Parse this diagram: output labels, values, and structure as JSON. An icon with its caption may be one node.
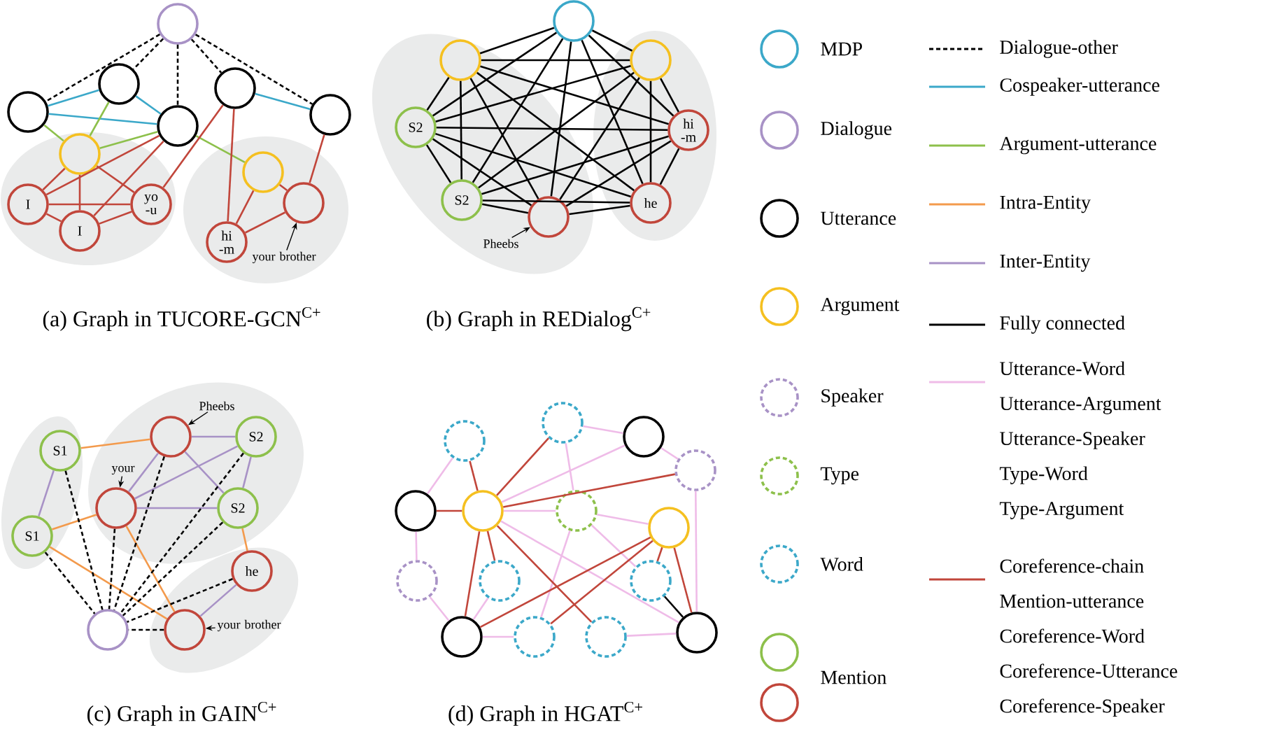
{
  "diagram": {
    "nodes": [
      {
        "text": [],
        "shape": "circle"
      },
      {
        "text": [],
        "shape": "circle"
      },
      {
        "text": [],
        "shape": "circle"
      },
      {
        "text": [],
        "shape": "circle"
      },
      {
        "text": [],
        "shape": "circle"
      },
      {
        "text": [],
        "shape": "circle"
      },
      {
        "text": [],
        "shape": "ellipse"
      },
      {
        "text": [],
        "shape": "circle",
        "in": 6
      },
      {
        "text": [
          "I"
        ],
        "in": 6
      },
      {
        "text": [
          "yo -u"
        ],
        "in": 6
      },
      {
        "text": [
          "I"
        ],
        "in": 6
      },
      {
        "text": [],
        "shape": "ellipse"
      },
      {
        "text": [],
        "shape": "circle",
        "in": 11
      },
      {
        "text": [
          "hi -m"
        ],
        "in": 11
      },
      {
        "text": [],
        "shape": "circle",
        "in": 11
      },
      {
        "text": [
          "your brother"
        ],
        "in": 11
      },
      {
        "text": [],
        "shape": "circle"
      },
      {
        "text": [],
        "shape": "ellipse"
      },
      {
        "text": [],
        "shape": "circle",
        "in": 17
      },
      {
        "text": [
          "S2"
        ],
        "in": 17
      },
      {
        "text": [
          "S2"
        ],
        "in": 17
      },
      {
        "text": [],
        "shape": "circle",
        "in": 17
      },
      {
        "text": [
          "Pheebs"
        ],
        "in": 17
      },
      {
        "text": [],
        "shape": "ellipse"
      },
      {
        "text": [],
        "shape": "circle",
        "in": 23
      },
      {
        "text": [
          "hi -m"
        ],
        "in": 23
      },
      {
        "text": [
          "he"
        ],
        "in": 23
      },
      {
        "text": [],
        "shape": "ellipse"
      },
      {
        "text": [],
        "shape": "circle",
        "in": 27
      },
      {
        "text": [
          "Pheebs"
        ],
        "in": 27
      },
      {
        "text": [
          "S2"
        ],
        "in": 27
      },
      {
        "text": [
          "your"
        ],
        "in": 27
      },
      {
        "text": [],
        "shape": "circle",
        "in": 27
      },
      {
        "text": [
          "S2"
        ],
        "in": 27
      },
      {
        "text": [],
        "shape": "ellipse"
      },
      {
        "text": [
          "S1"
        ],
        "in": 34
      },
      {
        "text": [
          "S1"
        ],
        "in": 34
      },
      {
        "text": [],
        "shape": "ellipse"
      },
      {
        "text": [
          "he"
        ],
        "in": 37
      },
      {
        "text": [
          "your brother"
        ],
        "in": 37
      },
      {
        "text": [],
        "shape": "circle",
        "in": 37
      },
      {
        "text": [],
        "shape": "circle"
      },
      {
        "text": [],
        "shape": "circle"
      },
      {
        "text": [],
        "shape": "circle"
      },
      {
        "text": [],
        "shape": "circle"
      },
      {
        "text": [],
        "shape": "circle"
      },
      {
        "text": [],
        "shape": "circle"
      },
      {
        "text": [],
        "shape": "circle"
      },
      {
        "text": [],
        "shape": "circle"
      },
      {
        "text": [],
        "shape": "circle"
      },
      {
        "text": [],
        "shape": "circle"
      },
      {
        "text": [],
        "shape": "circle"
      },
      {
        "text": [],
        "shape": "circle"
      },
      {
        "text": [],
        "shape": "circle"
      },
      {
        "text": [],
        "shape": "circle"
      },
      {
        "text": [],
        "shape": "circle"
      },
      {
        "text": [],
        "shape": "circle"
      }
    ],
    "edges": [
      {
        "from": 0,
        "to": 1,
        "arrow": "none",
        "style": "dashed"
      },
      {
        "from": 0,
        "to": 2,
        "arrow": "none",
        "style": "dashed"
      },
      {
        "from": 0,
        "to": 3,
        "arrow": "none",
        "style": "dashed"
      },
      {
        "from": 0,
        "to": 4,
        "arrow": "none",
        "style": "dashed"
      },
      {
        "from": 0,
        "to": 5,
        "arrow": "none",
        "style": "dashed"
      },
      {
        "from": 1,
        "to": 2,
        "arrow": "none",
        "color": "#3ba8c9"
      },
      {
        "from": 1,
        "to": 3,
        "arrow": "none",
        "color": "#3ba8c9"
      },
      {
        "from": 2,
        "to": 3,
        "arrow": "none",
        "color": "#3ba8c9"
      },
      {
        "from": 4,
        "to": 5,
        "arrow": "none",
        "color": "#3ba8c9"
      },
      {
        "from": 1,
        "to": 7,
        "arrow": "none",
        "color": "#8dc04b"
      },
      {
        "from": 2,
        "to": 7,
        "arrow": "none",
        "color": "#8dc04b"
      },
      {
        "from": 3,
        "to": 7,
        "arrow": "none",
        "color": "#8dc04b"
      },
      {
        "from": 3,
        "to": 12,
        "arrow": "none",
        "color": "#8dc04b"
      },
      {
        "from": 7,
        "to": 8,
        "arrow": "none",
        "color": "#c1463b"
      },
      {
        "from": 7,
        "to": 9,
        "arrow": "none",
        "color": "#c1463b"
      },
      {
        "from": 7,
        "to": 10,
        "arrow": "none",
        "color": "#c1463b"
      },
      {
        "from": 8,
        "to": 10,
        "arrow": "none",
        "color": "#c1463b"
      },
      {
        "from": 8,
        "to": 9,
        "arrow": "none",
        "color": "#c1463b"
      },
      {
        "from": 8,
        "to": 3,
        "arrow": "none",
        "color": "#c1463b"
      },
      {
        "from": 10,
        "to": 9,
        "arrow": "none",
        "color": "#c1463b"
      },
      {
        "from": 10,
        "to": 3,
        "arrow": "none",
        "color": "#c1463b"
      },
      {
        "from": 9,
        "to": 4,
        "arrow": "none",
        "color": "#c1463b"
      },
      {
        "from": 4,
        "to": 13,
        "arrow": "none",
        "color": "#c1463b"
      },
      {
        "from": 12,
        "to": 13,
        "arrow": "none",
        "color": "#c1463b"
      },
      {
        "from": 13,
        "to": 14,
        "arrow": "none",
        "color": "#c1463b"
      },
      {
        "from": 12,
        "to": 14,
        "arrow": "none",
        "color": "#c1463b"
      },
      {
        "from": 5,
        "to": 14,
        "arrow": "none",
        "color": "#c1463b"
      },
      {
        "from": 15,
        "to": 14,
        "arrow": "to"
      },
      {
        "from": 16,
        "to": 18,
        "arrow": "none"
      },
      {
        "from": 16,
        "to": 19,
        "arrow": "none"
      },
      {
        "from": 16,
        "to": 20,
        "arrow": "none"
      },
      {
        "from": 16,
        "to": 21,
        "arrow": "none"
      },
      {
        "from": 16,
        "to": 24,
        "arrow": "none"
      },
      {
        "from": 16,
        "to": 25,
        "arrow": "none"
      },
      {
        "from": 16,
        "to": 26,
        "arrow": "none"
      },
      {
        "from": 18,
        "to": 19,
        "arrow": "none"
      },
      {
        "from": 18,
        "to": 20,
        "arrow": "none"
      },
      {
        "from": 18,
        "to": 21,
        "arrow": "none"
      },
      {
        "from": 18,
        "to": 24,
        "arrow": "none"
      },
      {
        "from": 18,
        "to": 25,
        "arrow": "none"
      },
      {
        "from": 18,
        "to": 26,
        "arrow": "none"
      },
      {
        "from": 19,
        "to": 20,
        "arrow": "none"
      },
      {
        "from": 19,
        "to": 21,
        "arrow": "none"
      },
      {
        "from": 19,
        "to": 24,
        "arrow": "none"
      },
      {
        "from": 19,
        "to": 25,
        "arrow": "none"
      },
      {
        "from": 19,
        "to": 26,
        "arrow": "none"
      },
      {
        "from": 20,
        "to": 21,
        "arrow": "none"
      },
      {
        "from": 20,
        "to": 24,
        "arrow": "none"
      },
      {
        "from": 20,
        "to": 25,
        "arrow": "none"
      },
      {
        "from": 20,
        "to": 26,
        "arrow": "none"
      },
      {
        "from": 21,
        "to": 24,
        "arrow": "none"
      },
      {
        "from": 21,
        "to": 25,
        "arrow": "none"
      },
      {
        "from": 21,
        "to": 26,
        "arrow": "none"
      },
      {
        "from": 24,
        "to": 25,
        "arrow": "none"
      },
      {
        "from": 24,
        "to": 26,
        "arrow": "none"
      },
      {
        "from": 25,
        "to": 26,
        "arrow": "none"
      },
      {
        "from": 22,
        "to": 21,
        "arrow": "to"
      },
      {
        "from": 35,
        "to": 28,
        "arrow": "none",
        "color": "#f39a4c"
      },
      {
        "from": 36,
        "to": 32,
        "arrow": "none",
        "color": "#f39a4c"
      },
      {
        "from": 36,
        "to": 40,
        "arrow": "none",
        "color": "#f39a4c"
      },
      {
        "from": 32,
        "to": 40,
        "arrow": "none",
        "color": "#f39a4c"
      },
      {
        "from": 33,
        "to": 38,
        "arrow": "none",
        "color": "#f39a4c"
      },
      {
        "from": 35,
        "to": 36,
        "arrow": "none",
        "color": "#a892c6"
      },
      {
        "from": 28,
        "to": 30,
        "arrow": "none",
        "color": "#a892c6"
      },
      {
        "from": 28,
        "to": 33,
        "arrow": "none",
        "color": "#a892c6"
      },
      {
        "from": 30,
        "to": 32,
        "arrow": "none",
        "color": "#a892c6"
      },
      {
        "from": 28,
        "to": 32,
        "arrow": "none",
        "color": "#a892c6"
      },
      {
        "from": 32,
        "to": 33,
        "arrow": "none",
        "color": "#a892c6"
      },
      {
        "from": 30,
        "to": 33,
        "arrow": "none",
        "color": "#a892c6"
      },
      {
        "from": 38,
        "to": 40,
        "arrow": "none",
        "color": "#a892c6"
      },
      {
        "from": 35,
        "to": 41,
        "arrow": "none",
        "style": "dashed"
      },
      {
        "from": 36,
        "to": 41,
        "arrow": "none",
        "style": "dashed"
      },
      {
        "from": 28,
        "to": 41,
        "arrow": "none",
        "style": "dashed"
      },
      {
        "from": 30,
        "to": 41,
        "arrow": "none",
        "style": "dashed"
      },
      {
        "from": 32,
        "to": 41,
        "arrow": "none",
        "style": "dashed"
      },
      {
        "from": 33,
        "to": 41,
        "arrow": "none",
        "style": "dashed"
      },
      {
        "from": 38,
        "to": 41,
        "arrow": "none",
        "style": "dashed"
      },
      {
        "from": 40,
        "to": 41,
        "arrow": "none",
        "style": "dashed"
      },
      {
        "from": 29,
        "to": 28,
        "arrow": "to"
      },
      {
        "from": 31,
        "to": 32,
        "arrow": "to"
      },
      {
        "from": 39,
        "to": 40,
        "arrow": "to"
      },
      {
        "from": 42,
        "to": 46,
        "arrow": "none",
        "color": "#efbce8"
      },
      {
        "from": 43,
        "to": 44,
        "arrow": "none",
        "color": "#efbce8"
      },
      {
        "from": 43,
        "to": 48,
        "arrow": "none",
        "color": "#efbce8"
      },
      {
        "from": 44,
        "to": 47,
        "arrow": "none",
        "color": "#efbce8"
      },
      {
        "from": 44,
        "to": 45,
        "arrow": "none",
        "color": "#efbce8"
      },
      {
        "from": 45,
        "to": 56,
        "arrow": "none",
        "color": "#efbce8"
      },
      {
        "from": 46,
        "to": 50,
        "arrow": "none",
        "color": "#efbce8"
      },
      {
        "from": 50,
        "to": 53,
        "arrow": "none",
        "color": "#efbce8"
      },
      {
        "from": 47,
        "to": 48,
        "arrow": "none",
        "color": "#efbce8"
      },
      {
        "from": 48,
        "to": 49,
        "arrow": "none",
        "color": "#efbce8"
      },
      {
        "from": 48,
        "to": 52,
        "arrow": "none",
        "color": "#efbce8"
      },
      {
        "from": 48,
        "to": 54,
        "arrow": "none",
        "color": "#efbce8"
      },
      {
        "from": 47,
        "to": 56,
        "arrow": "none",
        "color": "#efbce8"
      },
      {
        "from": 53,
        "to": 54,
        "arrow": "none",
        "color": "#efbce8"
      },
      {
        "from": 55,
        "to": 56,
        "arrow": "none",
        "color": "#efbce8"
      },
      {
        "from": 51,
        "to": 53,
        "arrow": "none",
        "color": "#efbce8"
      },
      {
        "from": 42,
        "to": 47,
        "arrow": "none",
        "color": "#c1463b"
      },
      {
        "from": 43,
        "to": 47,
        "arrow": "none",
        "color": "#c1463b"
      },
      {
        "from": 45,
        "to": 47,
        "arrow": "none",
        "color": "#c1463b"
      },
      {
        "from": 46,
        "to": 47,
        "arrow": "none",
        "color": "#c1463b"
      },
      {
        "from": 47,
        "to": 51,
        "arrow": "none",
        "color": "#c1463b"
      },
      {
        "from": 47,
        "to": 53,
        "arrow": "none",
        "color": "#c1463b"
      },
      {
        "from": 47,
        "to": 55,
        "arrow": "none",
        "color": "#c1463b"
      },
      {
        "from": 49,
        "to": 53,
        "arrow": "none",
        "color": "#c1463b"
      },
      {
        "from": 49,
        "to": 54,
        "arrow": "none",
        "color": "#c1463b"
      },
      {
        "from": 49,
        "to": 52,
        "arrow": "none",
        "color": "#c1463b"
      },
      {
        "from": 49,
        "to": 56,
        "arrow": "none",
        "color": "#c1463b"
      },
      {
        "from": 52,
        "to": 56,
        "arrow": "none"
      }
    ],
    "labels": [
      "(a) Graph in TUCORE-GCN$^{C+}$",
      "(b) Graph in REDialog$^{C+}$",
      "(c) Graph in GAIN$^{C+}$",
      "(d) Graph in HGAT$^{C+}$"
    ],
    "legend": [
      {
        "text": "MDP"
      },
      {
        "text": "Dialogue"
      },
      {
        "text": "Utterance"
      },
      {
        "text": "Argument"
      },
      {
        "text": "Speaker"
      },
      {
        "text": "Type"
      },
      {
        "text": "Word"
      },
      {
        "text": "Mention"
      },
      {
        "text": "Dialogue-other"
      },
      {
        "text": "Cospeaker-utterance"
      },
      {
        "text": "Argument-utterance"
      },
      {
        "text": "Intra-Entity"
      },
      {
        "text": "Inter-Entity"
      },
      {
        "text": "Fully connected"
      },
      {
        "text": "Utterance-Word Utterance-Argument Utterance-Speaker Type-Word Type-Argument"
      },
      {
        "text": "Coreference-chain Mention-utterance Coreference-Word Coreference-Utterance Coreference-Speaker"
      }
    ]
  }
}
